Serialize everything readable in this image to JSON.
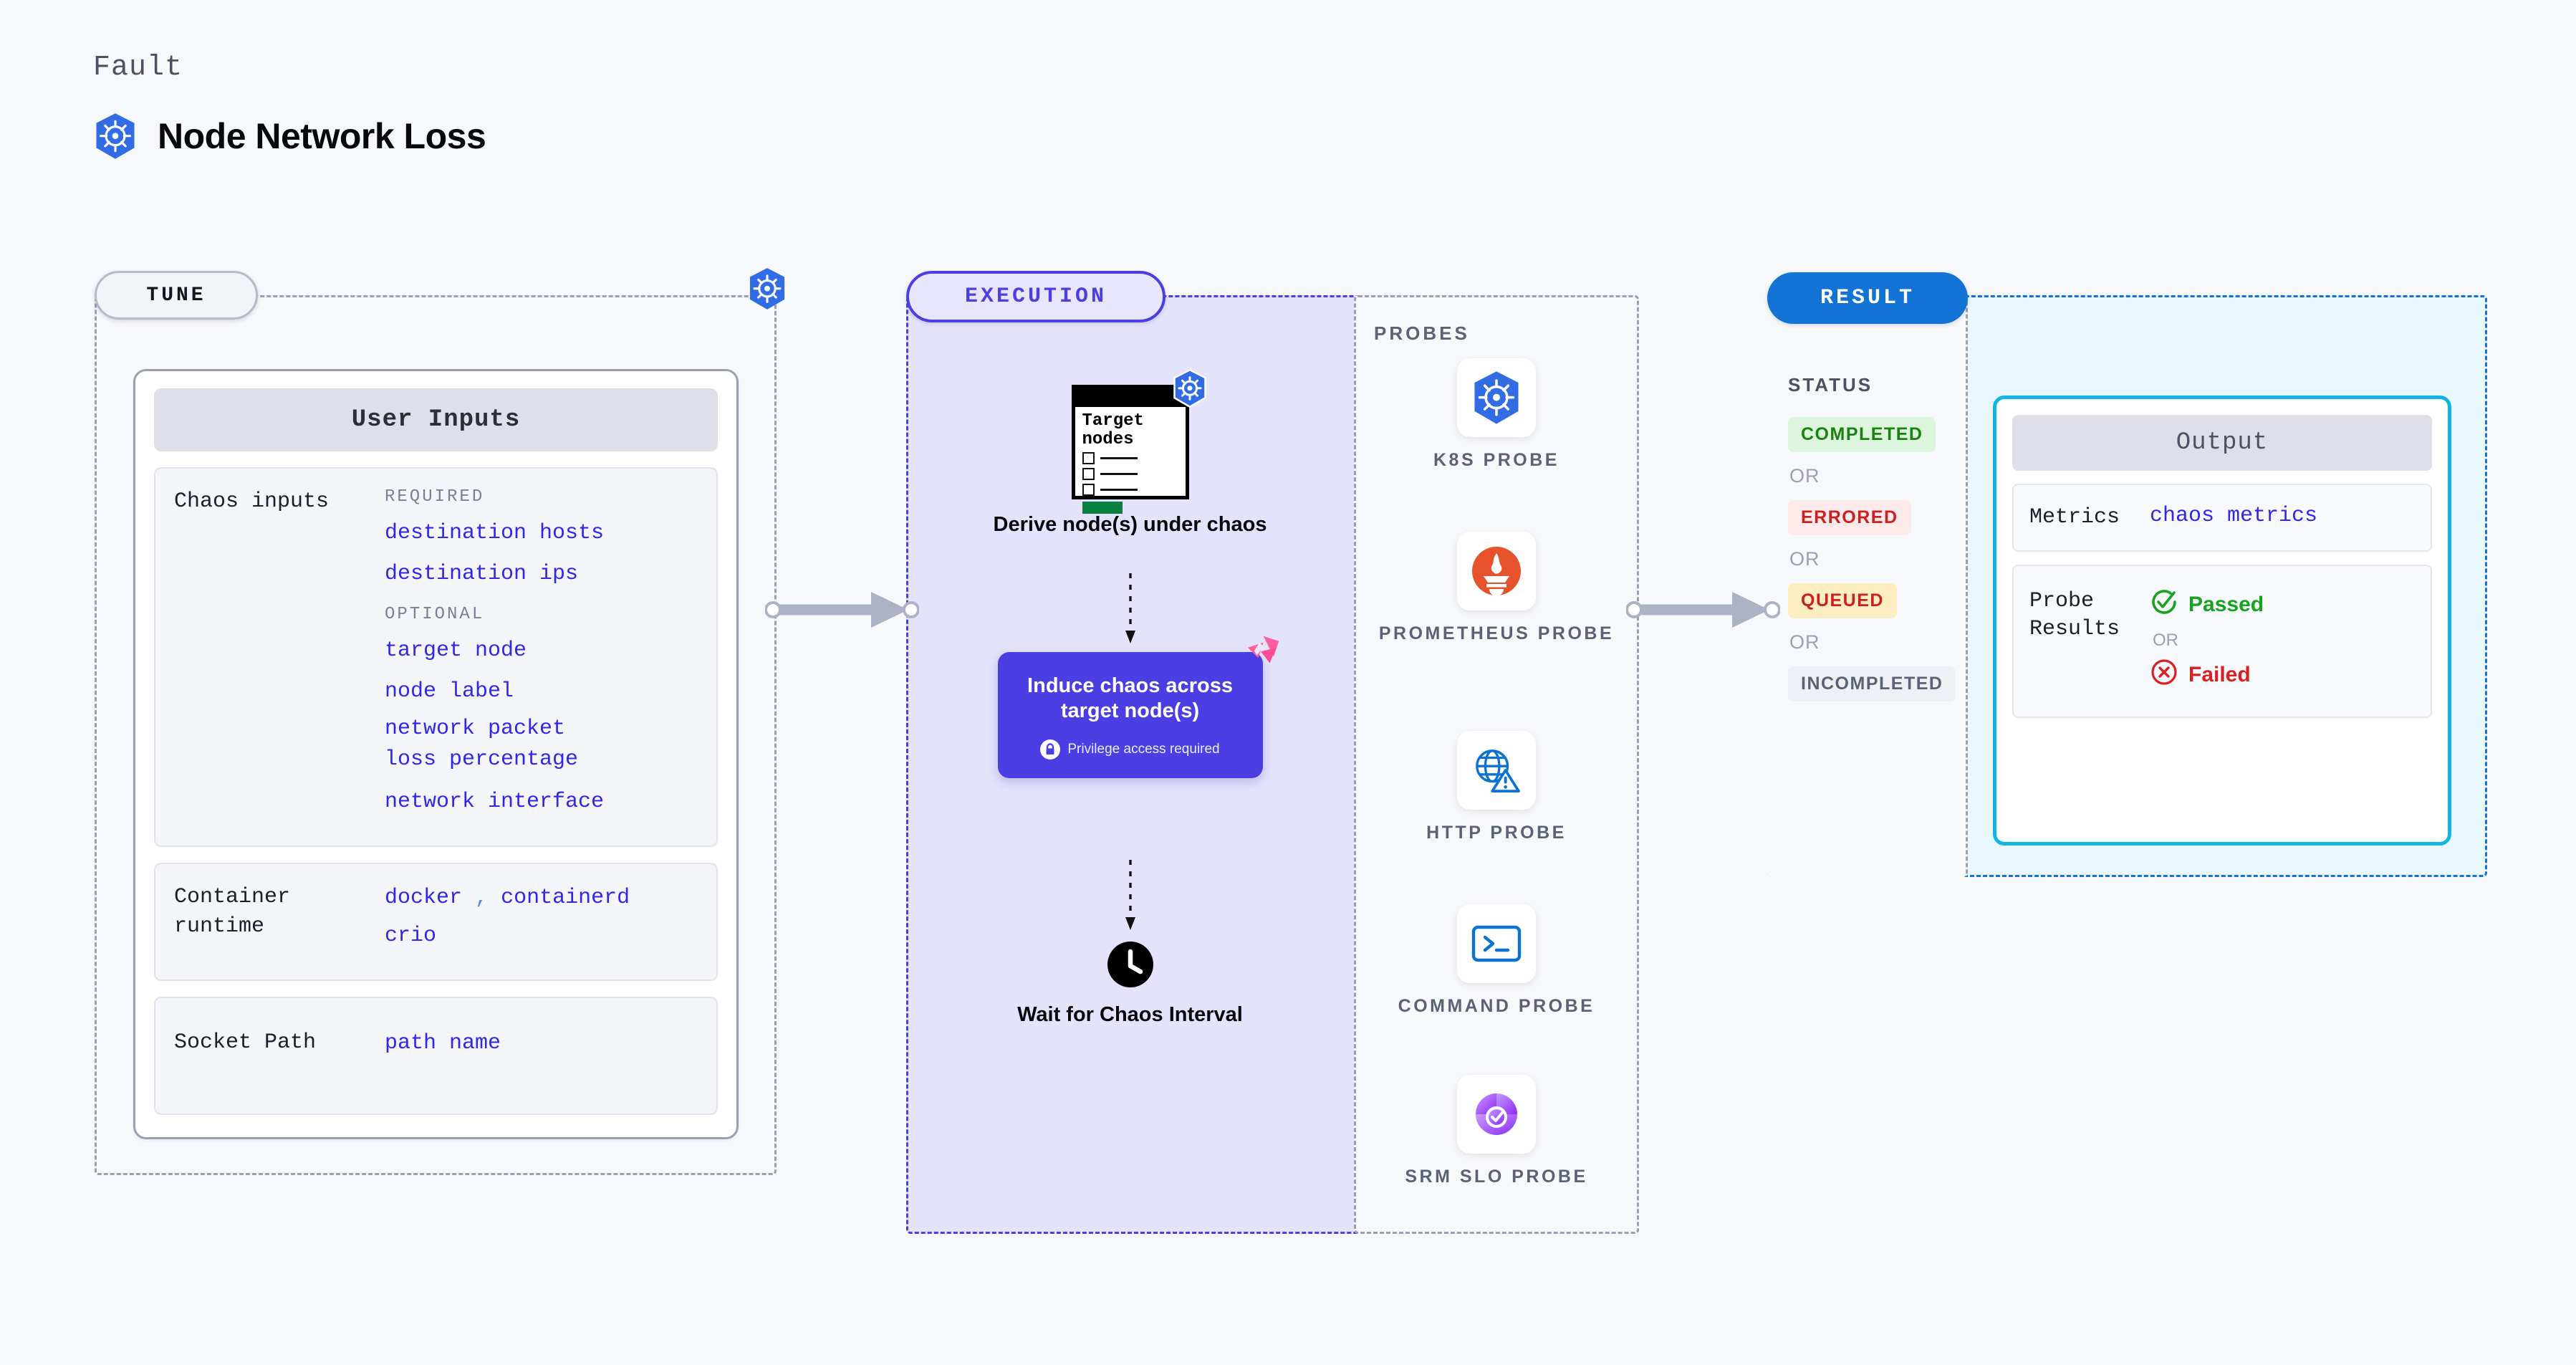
{
  "header": {
    "eyebrow": "Fault",
    "title": "Node Network Loss",
    "icon": "kubernetes-icon"
  },
  "colors": {
    "page_background": "#f7f8fb",
    "kubernetes_blue": "#326ce5",
    "execution_purple": "#4b3fe4",
    "execution_fill": "#e4e3fb",
    "result_blue": "#1273d4",
    "result_fill": "#e8f8fd",
    "output_border_cyan": "#12b4e6",
    "value_text": "#3226e8",
    "muted_text": "#7b8094",
    "pass_green": "#16a31f",
    "fail_red": "#d92020",
    "harness_pink": "#ff5f9e"
  },
  "stages": {
    "tune": {
      "label": "TUNE"
    },
    "execution": {
      "label": "EXECUTION"
    },
    "result": {
      "label": "RESULT"
    }
  },
  "tune": {
    "card_title": "User Inputs",
    "sections": [
      {
        "label": "Chaos inputs",
        "groups": [
          {
            "title": "REQUIRED",
            "values": [
              "destination hosts",
              "destination ips"
            ]
          },
          {
            "title": "OPTIONAL",
            "values": [
              "target node",
              "node label",
              "network packet loss percentage",
              "network interface"
            ]
          }
        ]
      },
      {
        "label": "Container runtime",
        "values_line1": [
          "docker",
          "containerd"
        ],
        "separator": ",",
        "values_line2": [
          "crio"
        ]
      },
      {
        "label": "Socket Path",
        "values": [
          "path name"
        ]
      }
    ]
  },
  "execution": {
    "steps": [
      {
        "name": "derive-nodes",
        "doc_title": "Target nodes",
        "caption": "Derive node(s) under chaos",
        "badge_icon": "kubernetes-icon"
      },
      {
        "name": "induce-chaos",
        "title": "Induce chaos across target node(s)",
        "note": "Privilege access required",
        "note_icon": "lock-icon",
        "corner_icon": "harness-logo-icon"
      },
      {
        "name": "wait-interval",
        "icon": "clock-icon",
        "caption": "Wait for Chaos Interval"
      }
    ]
  },
  "probes": {
    "title": "PROBES",
    "items": [
      {
        "label": "K8S PROBE",
        "icon": "kubernetes-icon"
      },
      {
        "label": "PROMETHEUS PROBE",
        "icon": "prometheus-icon"
      },
      {
        "label": "HTTP PROBE",
        "icon": "http-globe-warning-icon"
      },
      {
        "label": "COMMAND PROBE",
        "icon": "terminal-icon"
      },
      {
        "label": "SRM SLO PROBE",
        "icon": "srm-slo-icon"
      }
    ]
  },
  "result": {
    "status_title": "STATUS",
    "or_label": "OR",
    "statuses": [
      {
        "label": "COMPLETED",
        "variant": "completed"
      },
      {
        "label": "ERRORED",
        "variant": "errored"
      },
      {
        "label": "QUEUED",
        "variant": "queued"
      },
      {
        "label": "INCOMPLETED",
        "variant": "incomplete"
      }
    ],
    "output": {
      "title": "Output",
      "metrics_label": "Metrics",
      "metrics_value": "chaos metrics",
      "probe_results_label": "Probe Results",
      "passed_label": "Passed",
      "failed_label": "Failed",
      "or_label": "OR"
    }
  }
}
